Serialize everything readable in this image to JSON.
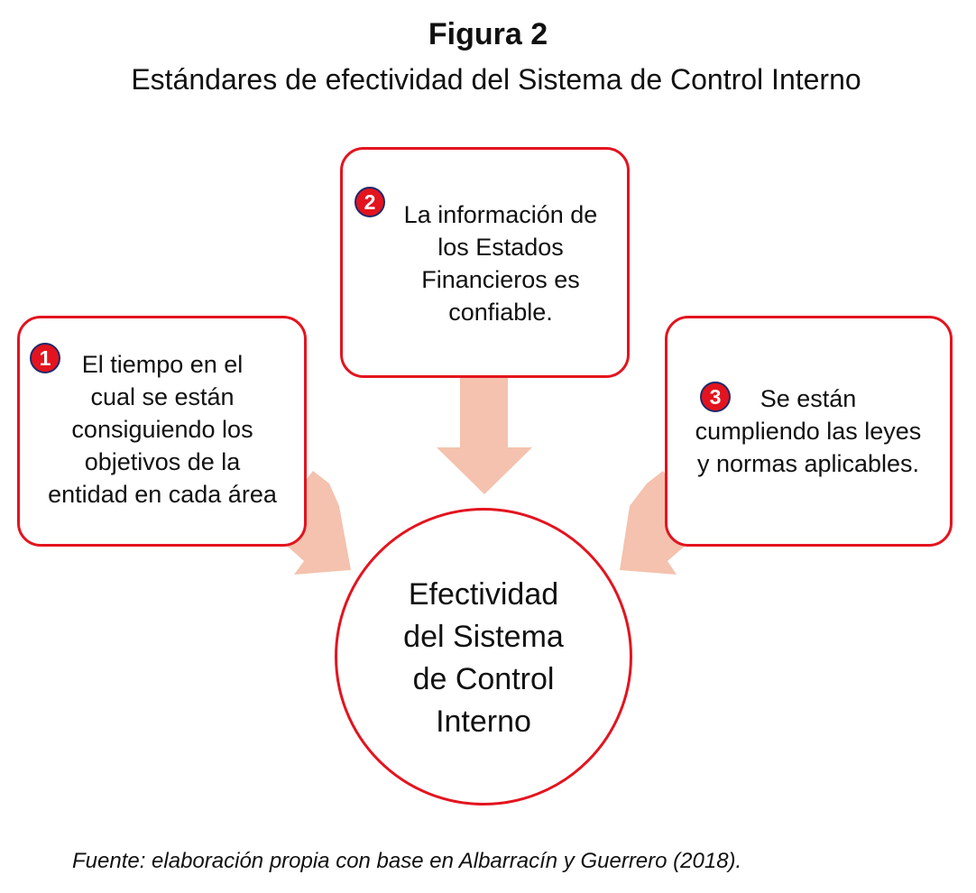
{
  "figure": {
    "label": "Figura 2",
    "title": "Estándares de efectividad del Sistema de Control Interno"
  },
  "center": {
    "text": "Efectividad\ndel Sistema\nde Control\nInterno"
  },
  "boxes": [
    {
      "number": "1",
      "text": "El tiempo en el\ncual se están\nconsiguiendo los\nobjetivos de la\nentidad en cada área"
    },
    {
      "number": "2",
      "text": "La información de\nlos Estados\nFinancieros es\nconfiable."
    },
    {
      "number": "3",
      "text": "Se están\ncumpliendo las leyes\ny normas aplicables."
    }
  ],
  "source": "Fuente: elaboración propia con base en Albarracín y Guerrero (2018).",
  "colors": {
    "border": "#e3141f",
    "badge_fill": "#e3141f",
    "badge_outline": "#1e2a6b",
    "arrow": "#f4c2ae"
  }
}
